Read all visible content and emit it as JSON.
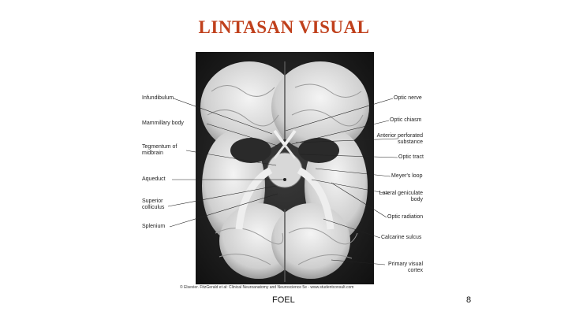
{
  "slide": {
    "title": "LINTASAN VISUAL",
    "footer": "FOEL",
    "page_number": "8",
    "credit": "© Elsevier. FitzGerald et al: Clinical Neuroanatomy and Neuroscience 5e - www.studentconsult.com"
  },
  "figure": {
    "left_labels": [
      "Infundibulum",
      "Mammillary body",
      "Tegmentum of\nmidbrain",
      "Aqueduct",
      "Superior\ncolliculus",
      "Splenium"
    ],
    "right_labels": [
      "Optic nerve",
      "Optic chiasm",
      "Anterior perforated\nsubstance",
      "Optic tract",
      "Meyer's loop",
      "Lateral geniculate\nbody",
      "Optic radiation",
      "Calcarine sulcus",
      "Primary visual\ncortex"
    ]
  }
}
